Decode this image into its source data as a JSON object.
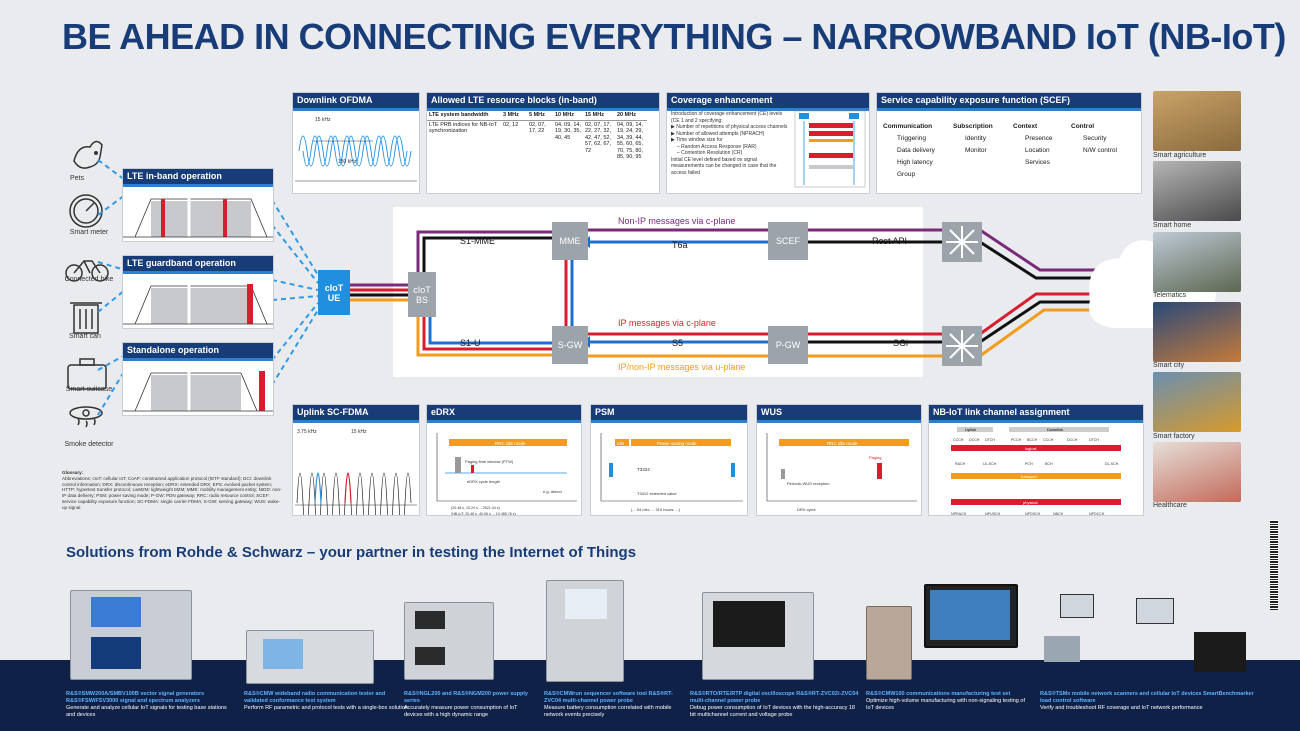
{
  "title": "BE AHEAD IN CONNECTING EVERYTHING – NARROWBAND IoT (NB-IoT)",
  "devices": [
    "Pets",
    "Smart meter",
    "Connected bike",
    "Smart can",
    "Smart suitcase",
    "Smoke detector"
  ],
  "operations": [
    "LTE in-band operation",
    "LTE guardband operation",
    "Standalone operation"
  ],
  "panels": {
    "downlink": {
      "title": "Downlink OFDMA",
      "sub1": "15 kHz",
      "sub2": "180 kHz"
    },
    "lte_rb": {
      "title": "Allowed LTE resource blocks (in-band)",
      "headers": [
        "LTE system bandwidth",
        "3 MHz",
        "5 MHz",
        "10 MHz",
        "15 MHz",
        "20 MHz"
      ],
      "row_label": "LTE PRB indices for NB-IoT synchronization",
      "cells": [
        "02, 12",
        "02, 07, 17, 22",
        "04, 09, 14, 19, 30, 35, 40, 45",
        "02, 07, 17, 22, 27, 32, 42, 47, 52, 57, 62, 67, 72",
        "04, 09, 14, 19, 24, 29, 34, 39, 44, 55, 60, 65, 70, 75, 80, 85, 90, 95"
      ]
    },
    "coverage": {
      "title": "Coverage enhancement",
      "text": [
        "Introduction of coverage enhancement (CE) levels (CE 1 and 2 specifying:",
        "▶ Number of repetitions of physical access channels",
        "▶ Number of allowed attempts (NPRACH)",
        "▶ Time window size for",
        "– Random Access Response (RAR)",
        "– Contention Resolution (CR)",
        "Initial CE level defined based on signal measurements can be changed in case that the access failed"
      ]
    },
    "scef": {
      "title": "Service capability exposure function (SCEF)",
      "cols": [
        {
          "head": "Communication",
          "items": [
            "Triggering",
            "Data delivery",
            "High latency",
            "Group"
          ]
        },
        {
          "head": "Subscription",
          "items": [
            "Identity",
            "Monitor"
          ]
        },
        {
          "head": "Context",
          "items": [
            "Presence",
            "Location",
            "Services"
          ]
        },
        {
          "head": "Control",
          "items": [
            "Security",
            "N/W control"
          ]
        }
      ]
    },
    "uplink": {
      "title": "Uplink SC-FDMA",
      "sub1": "3.75 kHz",
      "sub2": "15 kHz"
    },
    "edrx": {
      "title": "eDRX",
      "bar": "RRC idle mode",
      "note1": "Paging time window (PTW)",
      "note2": "eDRX cycle length",
      "note3": "(20.48 s, 10.24 s ... 2621.44 s)",
      "note4": "(NB-IoT: 20.48 s, 40.96 s ... 10 485.76 s)",
      "note5": "e.g. detect"
    },
    "psm": {
      "title": "PSM",
      "bar1": "Idle",
      "bar2": "Power saving mode",
      "t1": "T3324",
      "t2": "T3412 extended value",
      "t3": "(... 54 min; ... 310 hours; ...)"
    },
    "wus": {
      "title": "WUS",
      "bar": "RRC idle mode",
      "note1": "Periodic WUS reception",
      "note2": "Paging",
      "note3": "DRX cycle"
    },
    "link": {
      "title": "NB-IoT link channel assignment",
      "uplink": "Uplink",
      "downlink": "Downlink",
      "logical": "logical",
      "transport": "transport",
      "physical": "physical",
      "channels_up": [
        "CCCH",
        "DCCH",
        "DTCH"
      ],
      "channels_dn": [
        "PCCH",
        "BCCH",
        "CCCH",
        "DCCH",
        "DTCH"
      ],
      "phys": [
        "NPRACH",
        "NPUSCH",
        "NPDSCH",
        "NBCH",
        "NPDCCH"
      ],
      "trans_up": [
        "RACH",
        "UL-SCH"
      ],
      "trans_dn": [
        "PCH",
        "BCH",
        "DL-SCH"
      ]
    }
  },
  "network": {
    "ue": "cIoT UE",
    "bs": "cIoT BS",
    "mme": "MME",
    "sgw": "S-GW",
    "scef": "SCEF",
    "pgw": "P-GW",
    "s1mme": "S1-MME",
    "s1u": "S1-U",
    "t6a": "T6a",
    "s5": "S5",
    "rest": "Rest API",
    "sgi": "SGi",
    "msg_nonip": "Non-IP messages via c-plane",
    "msg_ip": "IP messages via c-plane",
    "msg_u": "IP/non-IP messages via u-plane",
    "colors": {
      "purple": "#7b2a7b",
      "red": "#d81e2e",
      "orange": "#f29b1d",
      "blue": "#1f6fd1",
      "black": "#111111"
    }
  },
  "usecases": [
    "Smart agriculture",
    "Smart home",
    "Telematics",
    "Smart city",
    "Smart factory",
    "Healthcare"
  ],
  "glossary": [
    "Glossary:",
    "Abbreviations: cIoT: cellular IoT; CoAP: constrained application protocol (IETF standard); DCI: downlink control information; DRX: discontinuous reception; eDRX: extended DRX; EPS: evolved packet system; HTTP: hypertext transfer protocol; LwM2M: lightweight M2M; MME: mobility management entity; NIDD: non-IP data delivery; PSM: power saving mode; P-GW: PDN gateway; RRC: radio resource control; SCEF: service capability exposure function; SC-FDMA: single carrier FDMA; S-GW: serving gateway; WUS: wake-up signal"
  ],
  "solutions_title": "Solutions from Rohde & Schwarz – your partner in testing the Internet of Things",
  "products": [
    {
      "name": "R&S®SMW200A/SMBV100B vector signal generators R&S®FSW/FSV3000 signal and spectrum analyzers",
      "desc": "Generate and analyze cellular IoT signals for testing base stations and devices"
    },
    {
      "name": "R&S®CMW wideband radio communication tester and validated conformance test system",
      "desc": "Perform RF parametric and protocol tests with a single-box solution"
    },
    {
      "name": "R&S®NGL200 and R&S®NGM200 power supply series",
      "desc": "Accurately measure power consumption of IoT devices with a high dynamic range"
    },
    {
      "name": "R&S®CMWrun sequencer software tool R&S®RT-ZVC04 multi-channel power probe",
      "desc": "Measure battery consumption correlated with mobile network events precisely"
    },
    {
      "name": "R&S®RTO/RTE/RTP digital oscilloscope R&S®RT-ZVC02/-ZVC04 multi-channel power probe",
      "desc": "Debug power consumption of IoT devices with the high-accuracy 18 bit multichannel current and voltage probe"
    },
    {
      "name": "R&S®CMW100 communications manufacturing test set",
      "desc": "Optimize high-volume manufacturing with non-signaling testing of IoT devices"
    },
    {
      "name": "R&S®TSMx mobile network scanners and cellular IoT devices SmartBenchmarker load control software",
      "desc": "Verify and troubleshoot RF coverage and IoT network performance"
    }
  ]
}
